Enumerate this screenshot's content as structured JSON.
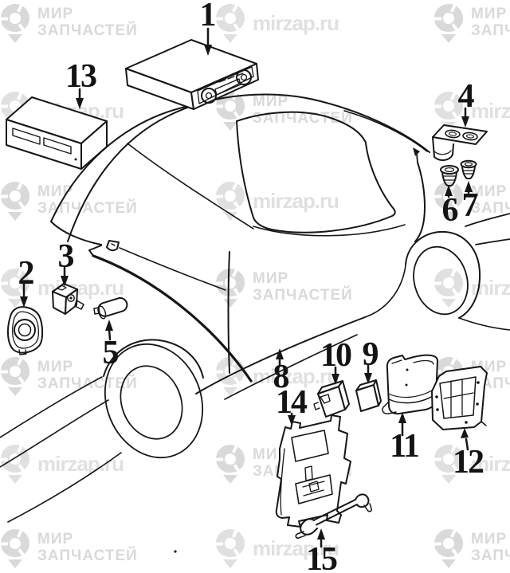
{
  "watermark": {
    "brand_line1": "МИР",
    "brand_line2": "ЗАПЧАСТЕЙ",
    "site": "mirzap.ru"
  },
  "part_numbers": [
    "1",
    "2",
    "3",
    "4",
    "5",
    "6",
    "7",
    "8",
    "9",
    "10",
    "11",
    "12",
    "13",
    "14",
    "15"
  ],
  "colors": {
    "background": "#ffffff",
    "line_art": "#161616",
    "watermark_brand_gray": "#d9d9d9",
    "watermark_site_gray": "#e0e0e0"
  }
}
